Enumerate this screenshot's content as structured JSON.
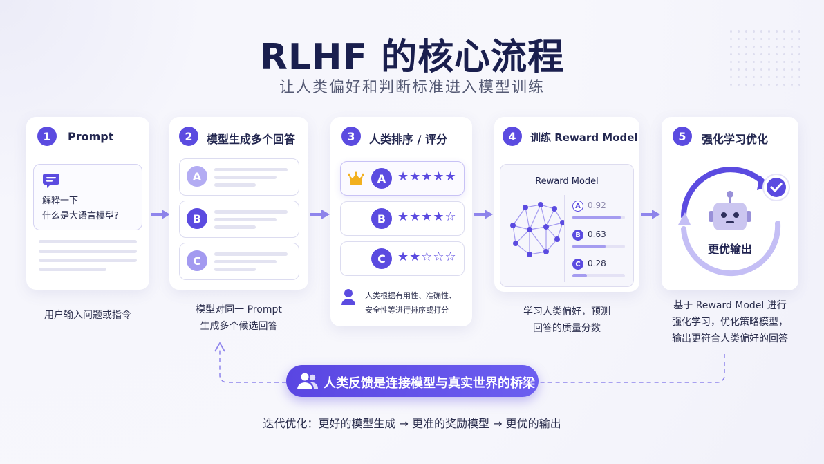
{
  "header": {
    "title": "RLHF 的核心流程",
    "subtitle": "让人类偏好和判断标准进入模型训练"
  },
  "steps": [
    {
      "number": "1",
      "title": "Prompt",
      "bubble_line1": "解释一下",
      "bubble_line2": "什么是大语言模型?",
      "caption_line1": "用户输入问题或指令"
    },
    {
      "number": "2",
      "title": "模型生成多个回答",
      "answers": [
        "A",
        "B",
        "C"
      ],
      "caption_line1": "模型对同一 Prompt",
      "caption_line2": "生成多个候选回答"
    },
    {
      "number": "3",
      "title": "人类排序 / 评分",
      "rankings": [
        {
          "label": "A",
          "stars": "★★★★★",
          "crown": true
        },
        {
          "label": "B",
          "stars": "★★★★☆",
          "crown": false
        },
        {
          "label": "C",
          "stars": "★★☆☆☆",
          "crown": false
        }
      ],
      "note_line1": "人类根据有用性、准确性、",
      "note_line2": "安全性等进行排序或打分"
    },
    {
      "number": "4",
      "title": "训练 Reward Model",
      "panel_title": "Reward Model",
      "scores": [
        {
          "label": "A",
          "value": "0.92",
          "fraction": 0.92
        },
        {
          "label": "B",
          "value": "0.63",
          "fraction": 0.63
        },
        {
          "label": "C",
          "value": "0.28",
          "fraction": 0.28
        }
      ],
      "caption_line1": "学习人类偏好，预测",
      "caption_line2": "回答的质量分数"
    },
    {
      "number": "5",
      "title": "强化学习优化",
      "center_label": "更优输出",
      "caption_line1": "基于 Reward Model 进行",
      "caption_line2": "强化学习，优化策略模型，",
      "caption_line3": "输出更符合人类偏好的回答"
    }
  ],
  "feedback_banner": "人类反馈是连接模型与真实世界的桥梁",
  "footer": "迭代优化：更好的模型生成  →  更准的奖励模型  →  更优的输出",
  "colors": {
    "accent": "#5b4be0",
    "accent_light": "#a59cf0",
    "accent_pale": "#c4bef5",
    "gold": "#f2b01e"
  },
  "icons": [
    "chat-bubble-icon",
    "crown-icon",
    "person-icon",
    "neural-network-icon",
    "robot-icon",
    "check-icon",
    "refresh-cycle-icon",
    "people-icon",
    "arrow-right-icon"
  ]
}
